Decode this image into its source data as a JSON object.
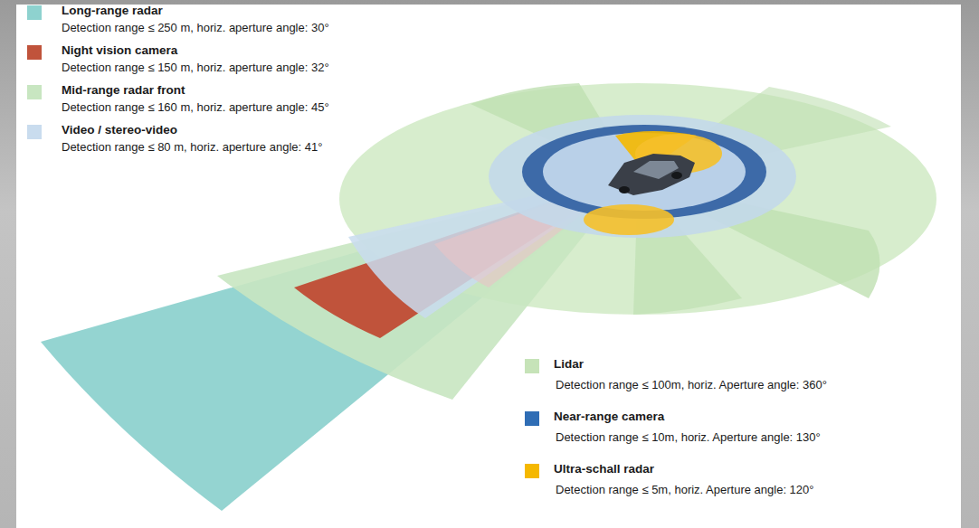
{
  "diagram": {
    "labels": [
      "Detection range ≤ 250 m, horiz. aperture angle: 30°",
      "Detection range ≤ 150 m, horiz. aperture angle: 32°",
      "Detection range ≤ 160 m, horiz. aperture angle: 45°",
      "Detection range ≤ 80 m, horiz. aperture angle: 41°",
      "Detection range ≤ 100m, horiz. Aperture angle: 360°",
      "Detection range ≤ 10m, horiz. Aperture angle: 130°",
      "Detection range ≤ 5m, horiz. Aperture angle: 120°"
    ],
    "legend": [
      {
        "text": "Long-range radar",
        "color": "#8ed2cf"
      },
      {
        "text": "Night vision camera",
        "color": "#c0533b"
      },
      {
        "text": "Mid-range radar front",
        "color": "#c8e6c1"
      },
      {
        "text": "Video / stereo-video",
        "color": "#c9dcee"
      },
      {
        "text": "Lidar",
        "color": "#c6e3b8"
      },
      {
        "text": "Near-range camera",
        "color": "#2f6db5"
      },
      {
        "text": "Ultra-schall radar",
        "color": "#f5b800"
      }
    ]
  }
}
